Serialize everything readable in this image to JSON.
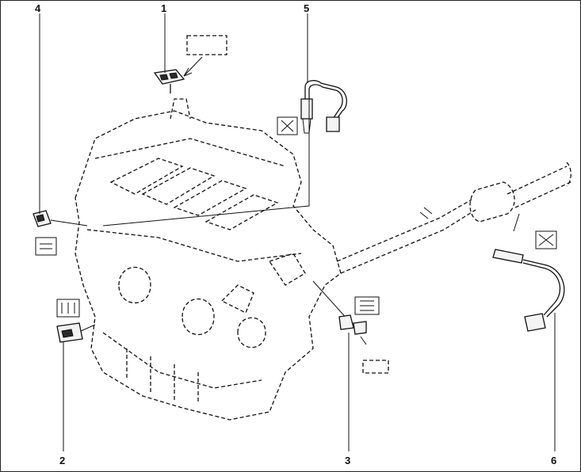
{
  "callouts": [
    {
      "id": "1",
      "label": "1"
    },
    {
      "id": "2",
      "label": "2"
    },
    {
      "id": "3",
      "label": "3"
    },
    {
      "id": "4",
      "label": "4"
    },
    {
      "id": "5",
      "label": "5"
    },
    {
      "id": "6",
      "label": "6"
    }
  ],
  "symbols": {
    "connector_box": "dashed-rectangle",
    "sensor_box": "oxygen-sensor-icon",
    "coolant_box": "coolant-temperature-icon",
    "knock_box": "knock-sensor-icon",
    "speed_box": "speed-sensor-icon"
  },
  "colors": {
    "line": "#111111",
    "background": "#ffffff"
  }
}
